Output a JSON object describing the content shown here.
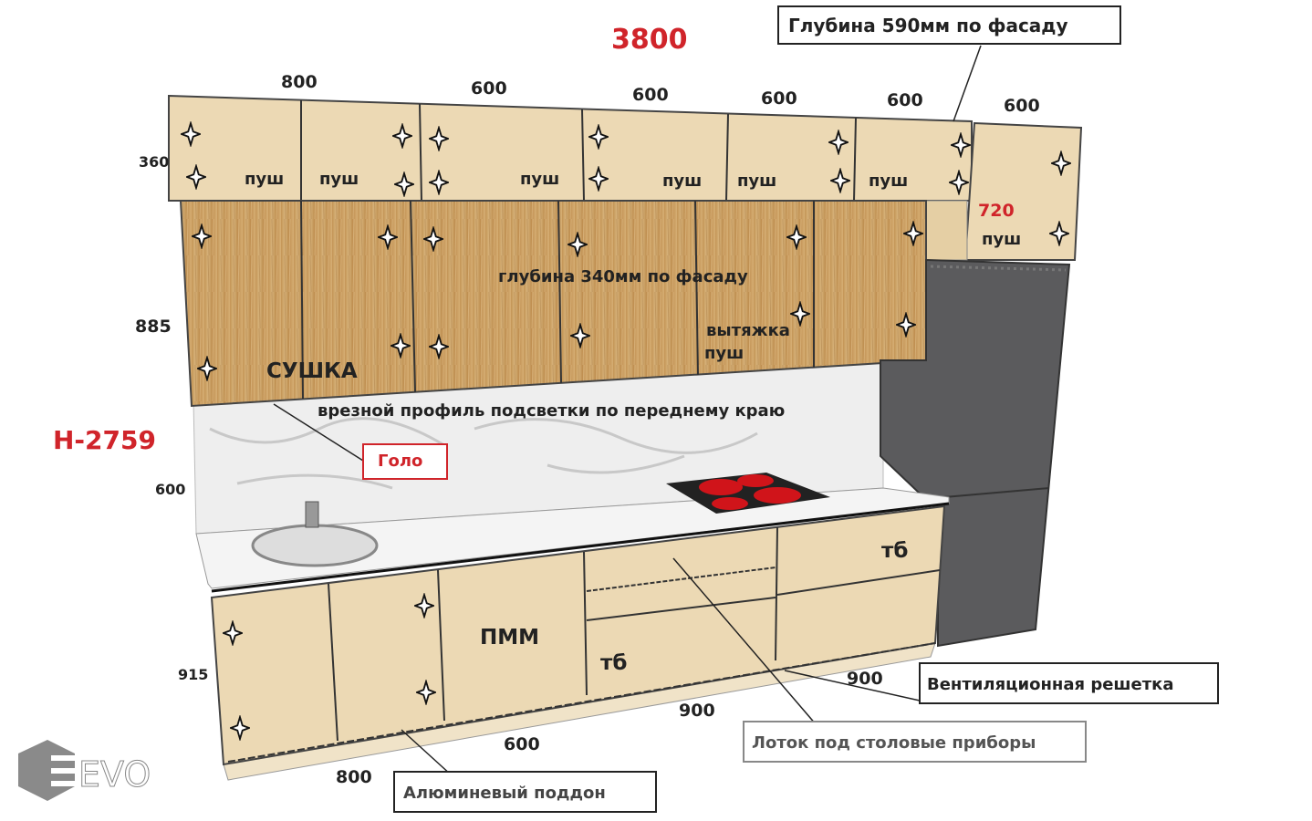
{
  "title_total_width": "3800",
  "total_height": "H-2759",
  "upper_widths": [
    "800",
    "600",
    "600",
    "600",
    "600"
  ],
  "tall_top_width": "600",
  "heights": {
    "upper_top": "360",
    "upper_main": "885",
    "backsplash": "600",
    "base": "915",
    "tall_top": "720"
  },
  "base_widths": {
    "sink": "800",
    "pmm": "600",
    "drawers": "900",
    "right": "900"
  },
  "labels": {
    "push": "пуш",
    "sushka": "СУШКА",
    "depth_340": "глубина 340мм по фасаду",
    "hood": "вытяжка",
    "hood_push": "пуш",
    "profile": "врезной профиль подсветки по переднему краю",
    "pmm": "ПММ",
    "tb": "тб"
  },
  "callouts": {
    "depth_590": "Глубина 590мм по фасаду",
    "golo": "Голо",
    "vent": "Вентиляционная решетка",
    "tray": "Лоток под столовые приборы",
    "alum": "Алюминевый поддон"
  },
  "logo": "EVO",
  "colors": {
    "beige": "#ecd9b4",
    "wood": "#c9a066",
    "fridge": "#5a5a5c",
    "accent_red": "#d0242a"
  }
}
